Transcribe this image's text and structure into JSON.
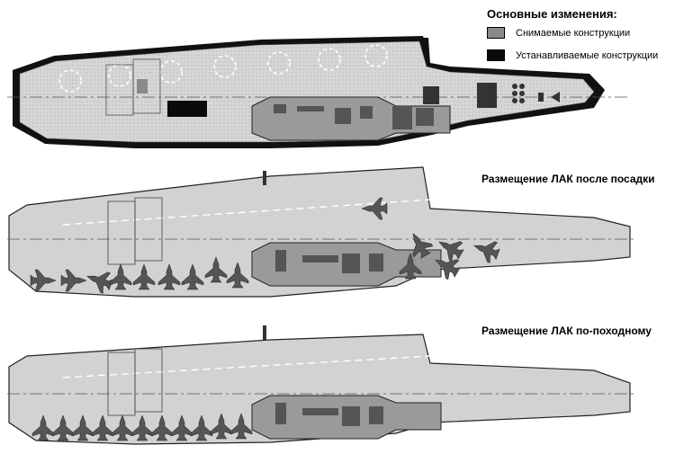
{
  "legend": {
    "title": "Основные изменения:",
    "items": [
      {
        "label": "Снимаемые конструкции",
        "color": "#8a8a8a"
      },
      {
        "label": "Устанавливаемые конструкции",
        "color": "#0a0a0a"
      }
    ]
  },
  "views": [
    {
      "id": "modified-plan",
      "heading": ""
    },
    {
      "id": "after-landing",
      "heading": "Размещение ЛАК после посадки"
    },
    {
      "id": "stowed",
      "heading": "Размещение ЛАК по-походному"
    }
  ],
  "colors": {
    "deck": "#d4d4d4",
    "island": "#9a9a9a",
    "outline": "#111111",
    "aircraft": "#555555",
    "dark": "#0a0a0a"
  }
}
